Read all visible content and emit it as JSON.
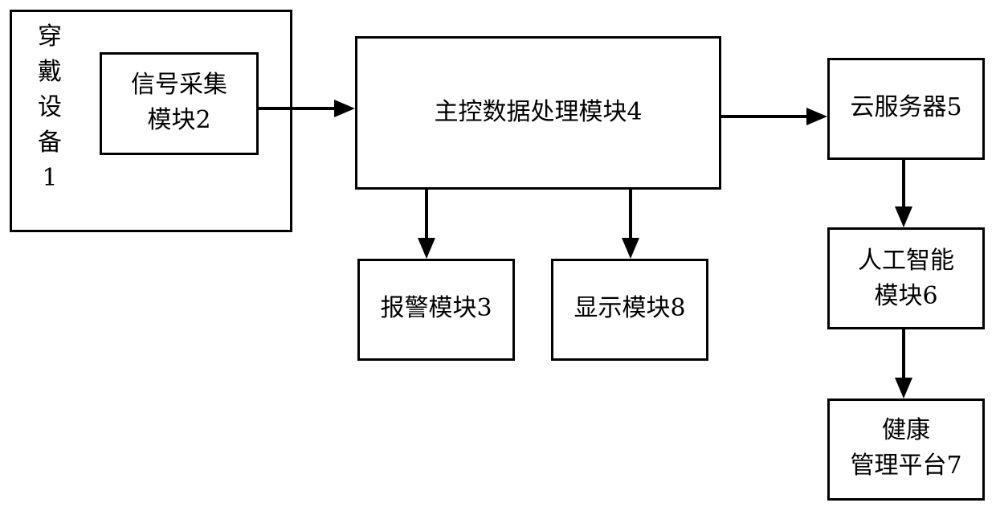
{
  "wearable": {
    "chars": [
      "穿",
      "戴",
      "设",
      "备",
      "1"
    ]
  },
  "signal_module": {
    "line1": "信号采集",
    "line2": "模块2"
  },
  "main_control": {
    "label": "主控数据处理模块4"
  },
  "cloud_server": {
    "label": "云服务器5"
  },
  "alarm_module": {
    "label": "报警模块3"
  },
  "display_module": {
    "label": "显示模块8"
  },
  "ai_module": {
    "line1": "人工智能",
    "line2": "模块6"
  },
  "health_platform": {
    "line1": "健康",
    "line2": "管理平台7"
  }
}
